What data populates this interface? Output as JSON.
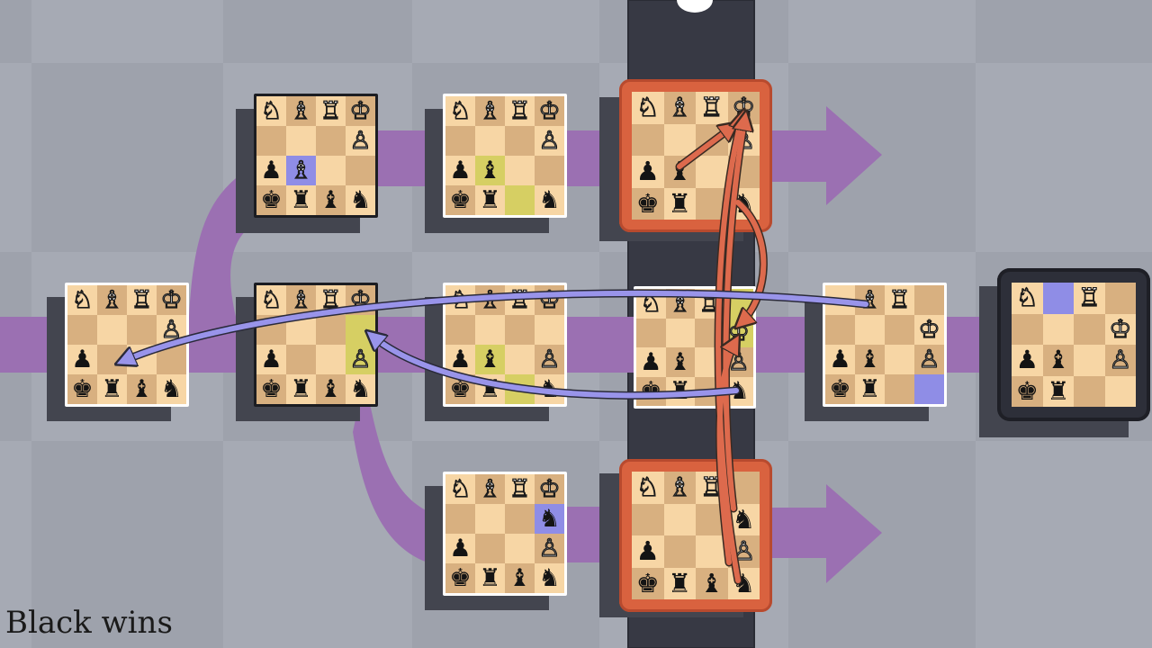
{
  "caption": "Black wins",
  "colors": {
    "light_square": "#f7d6a5",
    "dark_square": "#d8b080",
    "highlight_yellow": "#d6cf63",
    "highlight_purple": "#8f8de6",
    "timeline": "#9b70b2",
    "present_bar": "#373944",
    "check_frame": "#d9623f",
    "arrow_orange": "#dd6a4d",
    "arrow_purple": "#9994ea"
  },
  "boards": [
    {
      "id": "b-top-1",
      "frame": "dark",
      "squares": [
        "wN",
        "wB",
        "wR",
        "wK",
        "",
        "",
        "",
        "wP",
        "bP",
        "wB",
        "",
        "",
        "bK",
        "bR",
        "bB",
        "bN"
      ],
      "highlights": {
        "9": "purple"
      }
    },
    {
      "id": "b-top-2",
      "frame": "light",
      "squares": [
        "wN",
        "wB",
        "wR",
        "wK",
        "",
        "",
        "",
        "wP",
        "bP",
        "bB",
        "",
        "",
        "bK",
        "bR",
        "",
        "bN"
      ],
      "highlights": {
        "9": "yellow",
        "14": "yellow"
      }
    },
    {
      "id": "b-top-3",
      "frame": "check",
      "squares": [
        "wN",
        "wB",
        "wR",
        "wK",
        "",
        "",
        "",
        "wP",
        "bP",
        "bB",
        "",
        "",
        "bK",
        "bR",
        "",
        "bN"
      ],
      "highlights": {}
    },
    {
      "id": "b-mid-0",
      "frame": "light",
      "squares": [
        "wN",
        "wB",
        "wR",
        "wK",
        "",
        "",
        "",
        "wP",
        "bP",
        "",
        "",
        "",
        "bK",
        "bR",
        "bB",
        "bN"
      ],
      "highlights": {}
    },
    {
      "id": "b-mid-1",
      "frame": "dark",
      "squares": [
        "wN",
        "wB",
        "wR",
        "wK",
        "",
        "",
        "",
        "",
        "bP",
        "",
        "",
        "wP",
        "bK",
        "bR",
        "bB",
        "bN"
      ],
      "highlights": {
        "7": "yellow",
        "11": "yellow"
      }
    },
    {
      "id": "b-mid-2",
      "frame": "light",
      "squares": [
        "wN",
        "wB",
        "wR",
        "wK",
        "",
        "",
        "",
        "",
        "bP",
        "bB",
        "",
        "wP",
        "bK",
        "bR",
        "",
        "bN"
      ],
      "highlights": {
        "9": "yellow",
        "14": "yellow"
      }
    },
    {
      "id": "b-mid-3",
      "frame": "light",
      "squares": [
        "wN",
        "wB",
        "wR",
        "",
        "",
        "",
        "",
        "wK",
        "bP",
        "bB",
        "",
        "wP",
        "bK",
        "bR",
        "",
        "bN"
      ],
      "highlights": {
        "3": "yellow",
        "7": "yellow"
      }
    },
    {
      "id": "b-mid-4",
      "frame": "light",
      "squares": [
        "",
        "wB",
        "wR",
        "",
        "",
        "",
        "",
        "wK",
        "bP",
        "bB",
        "",
        "wP",
        "bK",
        "bR",
        "",
        ""
      ],
      "highlights": {
        "15": "purple"
      }
    },
    {
      "id": "b-mid-5",
      "frame": "present",
      "squares": [
        "wN",
        "",
        "wR",
        "",
        "",
        "",
        "",
        "wK",
        "bP",
        "bB",
        "",
        "wP",
        "bK",
        "bR",
        "",
        ""
      ],
      "highlights": {
        "1": "purple"
      }
    },
    {
      "id": "b-bot-2",
      "frame": "light",
      "squares": [
        "wN",
        "wB",
        "wR",
        "wK",
        "",
        "",
        "",
        "bN",
        "bP",
        "",
        "",
        "wP",
        "bK",
        "bR",
        "bB",
        "bN"
      ],
      "highlights": {
        "7": "purple"
      }
    },
    {
      "id": "b-bot-3",
      "frame": "check",
      "squares": [
        "wN",
        "wB",
        "wR",
        "",
        "",
        "",
        "",
        "bN",
        "bP",
        "",
        "",
        "wP",
        "bK",
        "bR",
        "bB",
        "bN"
      ],
      "highlights": {}
    }
  ]
}
